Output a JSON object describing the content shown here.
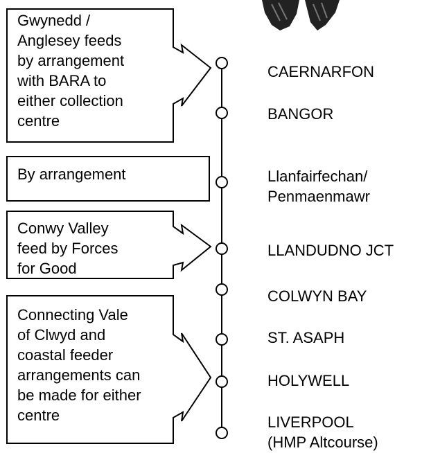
{
  "note_boxes": [
    {
      "id": "gwynedd",
      "text": "Gwynedd /\nAnglesey feeds\nby arrangement\nwith BARA to\neither collection\ncentre"
    },
    {
      "id": "arrangement",
      "text": "By arrangement"
    },
    {
      "id": "conwy",
      "text": "Conwy Valley\nfeed by Forces\nfor Good"
    },
    {
      "id": "clwyd",
      "text": "Connecting Vale\nof Clwyd and\ncoastal feeder\narrangements can\nbe made for either\ncentre"
    }
  ],
  "stations": [
    {
      "id": "caernarfon",
      "label": "CAERNARFON"
    },
    {
      "id": "bangor",
      "label": "BANGOR"
    },
    {
      "id": "llanfairfechan",
      "label": "Llanfairfechan/\nPenmaenmawr"
    },
    {
      "id": "llandudno",
      "label": "LLANDUDNO JCT"
    },
    {
      "id": "colwyn",
      "label": "COLWYN BAY"
    },
    {
      "id": "st-asaph",
      "label": "ST. ASAPH"
    },
    {
      "id": "holywell",
      "label": "HOLYWELL"
    },
    {
      "id": "liverpool",
      "label": "LIVERPOOL\n(HMP Altcourse)"
    }
  ],
  "colors": {
    "line": "#000000",
    "background": "#ffffff"
  }
}
